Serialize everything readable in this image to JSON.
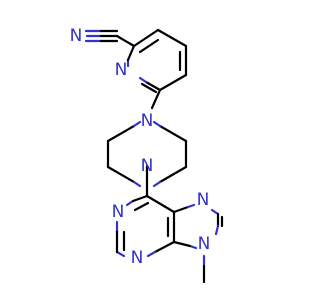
{
  "molecule": {
    "atoms": {
      "nitrile_n": "N",
      "pyridine_n": "N",
      "piperazine_n1": "N",
      "piperazine_n4": "N",
      "purine_n1": "N",
      "purine_n3": "N",
      "purine_n7": "N",
      "purine_n9": "N"
    },
    "colors": {
      "bond": "#000000",
      "nitrogen": "#3333cc",
      "background": "#ffffff"
    }
  }
}
